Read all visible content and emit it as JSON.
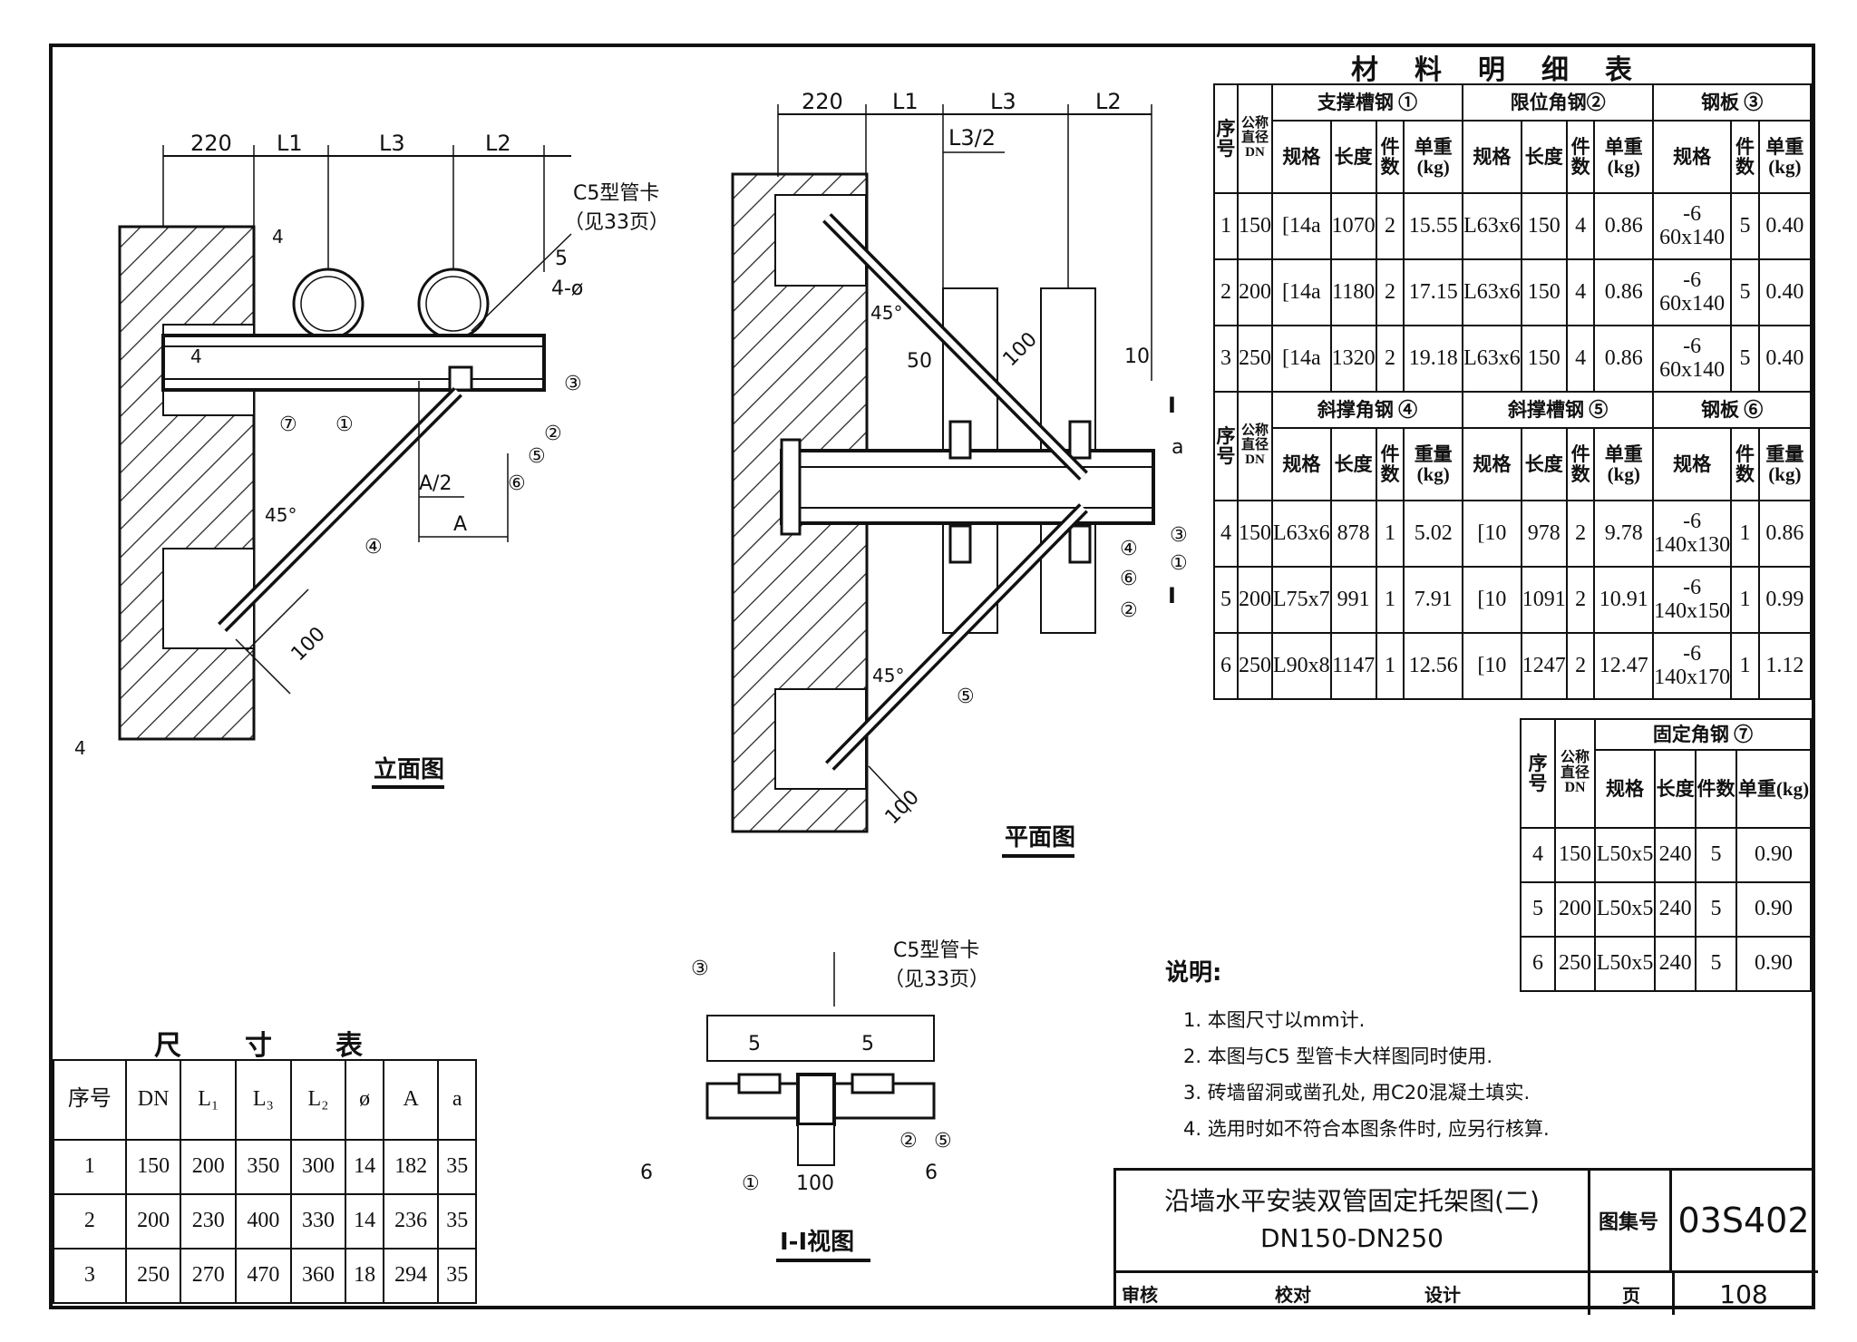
{
  "elevation": {
    "dims": [
      "220",
      "L1",
      "L3",
      "L2"
    ],
    "clamp_label": "C5型管卡",
    "clamp_ref": "（见33页）",
    "weld_labels": [
      "4",
      "5",
      "4",
      "4"
    ],
    "bolt_label": "4-ø",
    "angle": "45°",
    "half_a": "A/2",
    "a": "A",
    "dim_100": "100",
    "callouts": [
      "①",
      "②",
      "③",
      "④",
      "⑤",
      "⑥",
      "⑦"
    ],
    "title": "立面图"
  },
  "plan": {
    "dims": [
      "220",
      "L1",
      "L3",
      "L2"
    ],
    "half_l3": "L3/2",
    "d50": "50",
    "d100": "100",
    "d10": "10",
    "a": "a",
    "section": "I",
    "angle": "45°",
    "angle2": "45°",
    "dim_100": "100",
    "callouts": [
      "③",
      "①",
      "④",
      "⑥",
      "②",
      "⑤"
    ],
    "title": "平面图"
  },
  "section_view": {
    "clamp_label": "C5型管卡",
    "clamp_ref": "（见33页）",
    "d5a": "5",
    "d5b": "5",
    "weld_left": "6",
    "weld_right": "6",
    "d100": "100",
    "callouts": [
      "③",
      "①",
      "②",
      "⑤"
    ],
    "title": "I-I视图"
  },
  "material_table": {
    "title": "材料明细表",
    "h_seq": "序号",
    "h_dn": "公称直径DN",
    "h_spec": "规格",
    "h_len": "长度",
    "h_qty": "件数",
    "h_unit_wt": "单重(kg)",
    "h_wt": "重量(kg)",
    "g1": "支撑槽钢 ①",
    "g2": "限位角钢②",
    "g3": "钢板 ③",
    "rows1": [
      [
        "1",
        "150",
        "[14a",
        "1070",
        "2",
        "15.55",
        "L63x6",
        "150",
        "4",
        "0.86",
        "-6\n60x140",
        "5",
        "0.40"
      ],
      [
        "2",
        "200",
        "[14a",
        "1180",
        "2",
        "17.15",
        "L63x6",
        "150",
        "4",
        "0.86",
        "-6\n60x140",
        "5",
        "0.40"
      ],
      [
        "3",
        "250",
        "[14a",
        "1320",
        "2",
        "19.18",
        "L63x6",
        "150",
        "4",
        "0.86",
        "-6\n60x140",
        "5",
        "0.40"
      ]
    ],
    "g4": "斜撑角钢 ④",
    "g5": "斜撑槽钢 ⑤",
    "g6": "钢板 ⑥",
    "rows2": [
      [
        "4",
        "150",
        "L63x6",
        "878",
        "1",
        "5.02",
        "[10",
        "978",
        "2",
        "9.78",
        "-6\n140x130",
        "1",
        "0.86"
      ],
      [
        "5",
        "200",
        "L75x7",
        "991",
        "1",
        "7.91",
        "[10",
        "1091",
        "2",
        "10.91",
        "-6\n140x150",
        "1",
        "0.99"
      ],
      [
        "6",
        "250",
        "L90x8",
        "1147",
        "1",
        "12.56",
        "[10",
        "1247",
        "2",
        "12.47",
        "-6\n140x170",
        "1",
        "1.12"
      ]
    ],
    "g7": "固定角钢 ⑦",
    "rows3": [
      [
        "4",
        "150",
        "L50x5",
        "240",
        "5",
        "0.90"
      ],
      [
        "5",
        "200",
        "L50x5",
        "240",
        "5",
        "0.90"
      ],
      [
        "6",
        "250",
        "L50x5",
        "240",
        "5",
        "0.90"
      ]
    ]
  },
  "size_table": {
    "title": "尺寸表",
    "headers": [
      "序号",
      "DN",
      "L₁",
      "L₃",
      "L₂",
      "ø",
      "A",
      "a"
    ],
    "rows": [
      [
        "1",
        "150",
        "200",
        "350",
        "300",
        "14",
        "182",
        "35"
      ],
      [
        "2",
        "200",
        "230",
        "400",
        "330",
        "14",
        "236",
        "35"
      ],
      [
        "3",
        "250",
        "270",
        "470",
        "360",
        "18",
        "294",
        "35"
      ]
    ]
  },
  "notes": {
    "heading": "说明:",
    "items": [
      "1. 本图尺寸以mm计.",
      "2. 本图与C5 型管卡大样图同时使用.",
      "3. 砖墙留洞或凿孔处, 用C20混凝土填实.",
      "4. 选用时如不符合本图条件时, 应另行核算."
    ]
  },
  "title_block": {
    "title1": "沿墙水平安装双管固定托架图(二)",
    "title2": "DN150-DN250",
    "atlas_label": "图集号",
    "atlas_no": "03S402",
    "review": "审核",
    "check": "校对",
    "design": "设计",
    "page_label": "页",
    "page_no": "108"
  }
}
